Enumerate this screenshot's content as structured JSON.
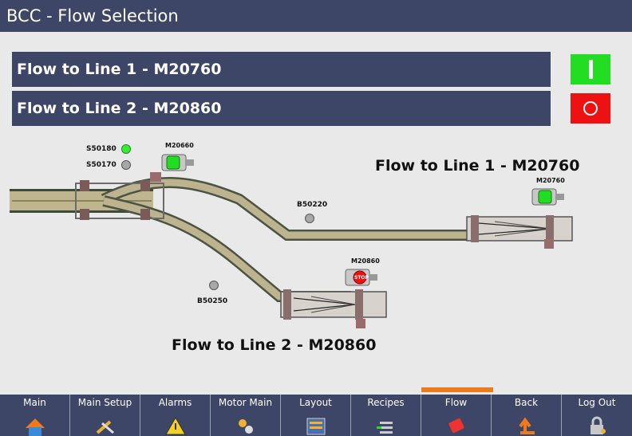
{
  "window": {
    "title": "BCC - Flow Selection"
  },
  "flows": [
    {
      "label": "Flow to Line 1 - M20760",
      "status": "on",
      "status_color": "#22dd22"
    },
    {
      "label": "Flow to Line 2 - M20860",
      "status": "off",
      "status_color": "#ee1111"
    }
  ],
  "diagram": {
    "line1_title": "Flow to Line 1 - M20760",
    "line2_title": "Flow to Line 2 - M20860",
    "motors": [
      {
        "tag": "M20660",
        "state": "running"
      },
      {
        "tag": "M20760",
        "state": "running"
      },
      {
        "tag": "M20860",
        "state": "stopped",
        "badge": "STOP"
      }
    ],
    "sensors": [
      {
        "tag": "S50180",
        "state": "on"
      },
      {
        "tag": "S50170",
        "state": "off"
      },
      {
        "tag": "B50220",
        "state": "off"
      },
      {
        "tag": "B50250",
        "state": "off"
      }
    ]
  },
  "nav": {
    "items": [
      {
        "label": "Main",
        "icon": "home-icon"
      },
      {
        "label": "Main Setup",
        "icon": "tools-icon"
      },
      {
        "label": "Alarms",
        "icon": "warning-icon"
      },
      {
        "label": "Motor Main",
        "icon": "gears-icon"
      },
      {
        "label": "Layout",
        "icon": "layout-icon"
      },
      {
        "label": "Recipes",
        "icon": "recipes-icon"
      },
      {
        "label": "Flow",
        "icon": "flow-icon",
        "active": true
      },
      {
        "label": "Back",
        "icon": "back-arrow-icon"
      },
      {
        "label": "Log Out",
        "icon": "lock-icon"
      }
    ],
    "active_color": "#f07a1a"
  }
}
